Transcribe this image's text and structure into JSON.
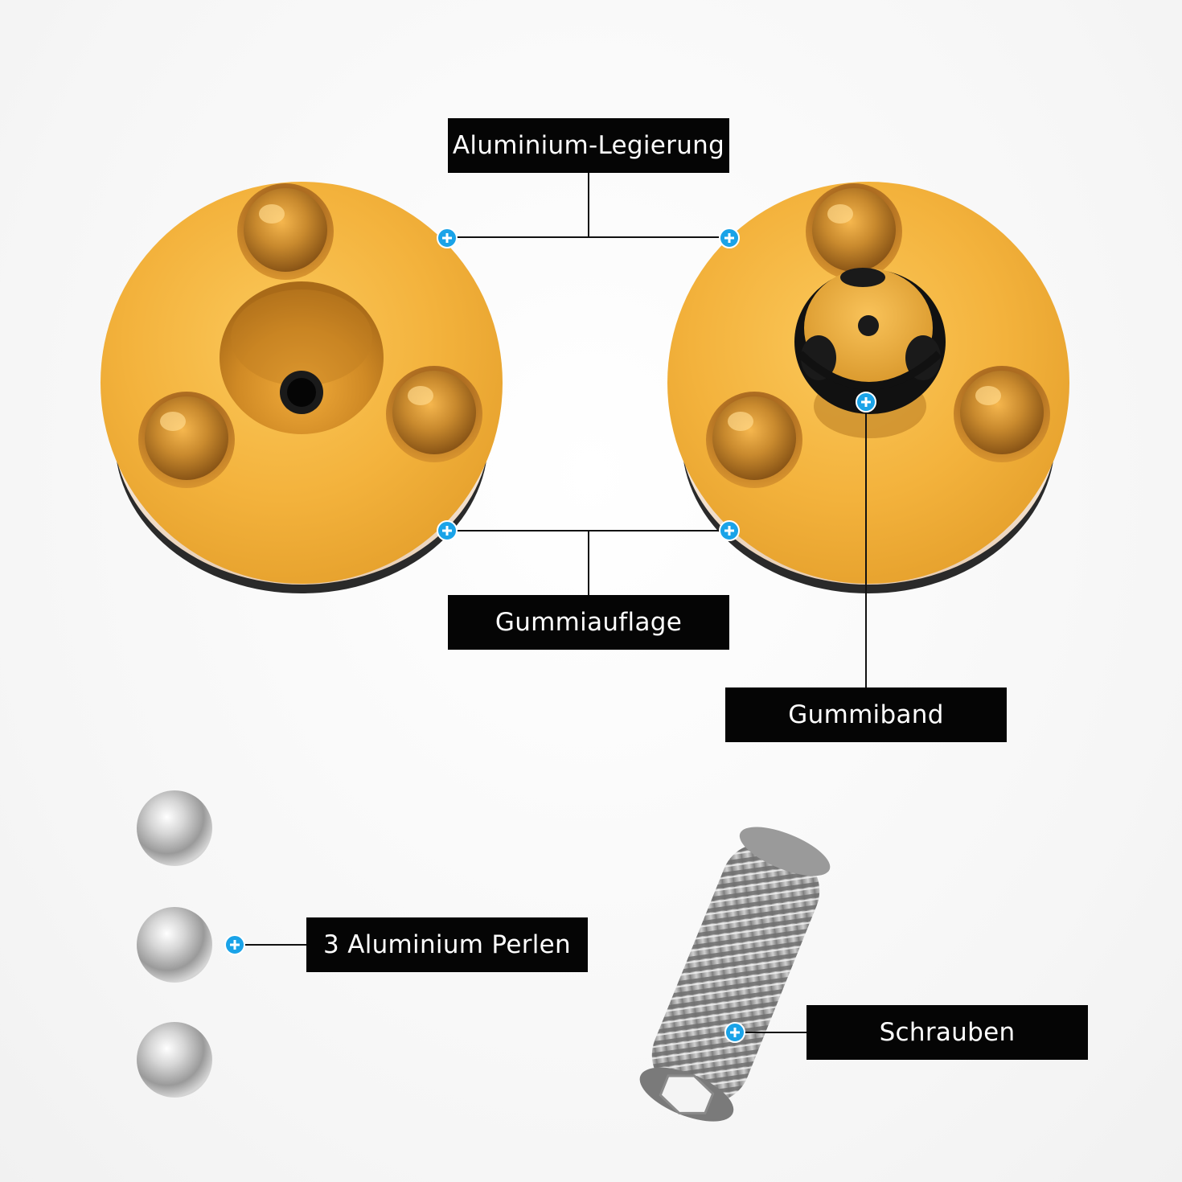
{
  "labels": {
    "alloy": "Aluminium-Legierung",
    "rubber_pad": "Gummiauflage",
    "rubber_band": "Gummiband",
    "pearls": "3 Aluminium Perlen",
    "screws": "Schrauben"
  },
  "colors": {
    "gold": "#f3b23c",
    "bronze": "#c98a2e",
    "label_bg": "#050505",
    "label_text": "#ffffff",
    "marker": "#1aa3e8",
    "steel": "#b8b8b8"
  },
  "icons": {
    "marker": "plus-circle-icon"
  }
}
